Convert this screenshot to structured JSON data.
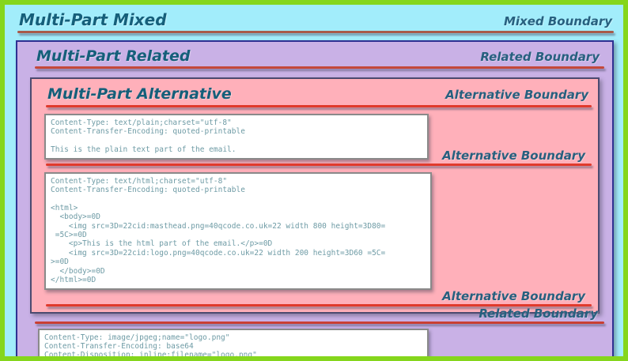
{
  "palette": {
    "frame_border_green": "#85d61c",
    "mixed_bg_cyan": "#a2edfb",
    "related_bg_lavender": "#c9b1e6",
    "alternative_bg_pink": "#ffb0ba",
    "rule_red": "#e03a2c",
    "rule_brown_red": "#a85a49",
    "title_teal": "#155f7a",
    "mono_text": "#6e9ba5"
  },
  "mixed": {
    "title": "Multi-Part Mixed",
    "boundary": "Mixed Boundary"
  },
  "related": {
    "title": "Multi-Part Related",
    "boundary": "Related Boundary"
  },
  "alternative": {
    "title": "Multi-Part Alternative",
    "boundary": "Alternative Boundary"
  },
  "parts": {
    "plain": {
      "lines": [
        "Content-Type: text/plain;charset=\"utf-8\"",
        "Content-Transfer-Encoding: quoted-printable",
        "",
        "This is the plain text part of the email."
      ]
    },
    "html": {
      "lines": [
        "Content-Type: text/html;charset=\"utf-8\"",
        "Content-Transfer-Encoding: quoted-printable",
        "",
        "<html>",
        "  <body>=0D",
        "    <img src=3D=22cid:masthead.png=40qcode.co.uk=22 width 800 height=3D80=",
        " =5C>=0D",
        "    <p>This is the html part of the email.</p>=0D",
        "    <img src=3D=22cid:logo.png=40qcode.co.uk=22 width 200 height=3D60 =5C=",
        ">=0D",
        "  </body>=0D",
        "</html>=0D"
      ]
    },
    "image": {
      "lines": [
        "Content-Type: image/jpgeg;name=\"logo.png\"",
        "Content-Transfer-Encoding: base64",
        "Content-Disposition: inline;filename=\"logo.png\""
      ]
    }
  }
}
